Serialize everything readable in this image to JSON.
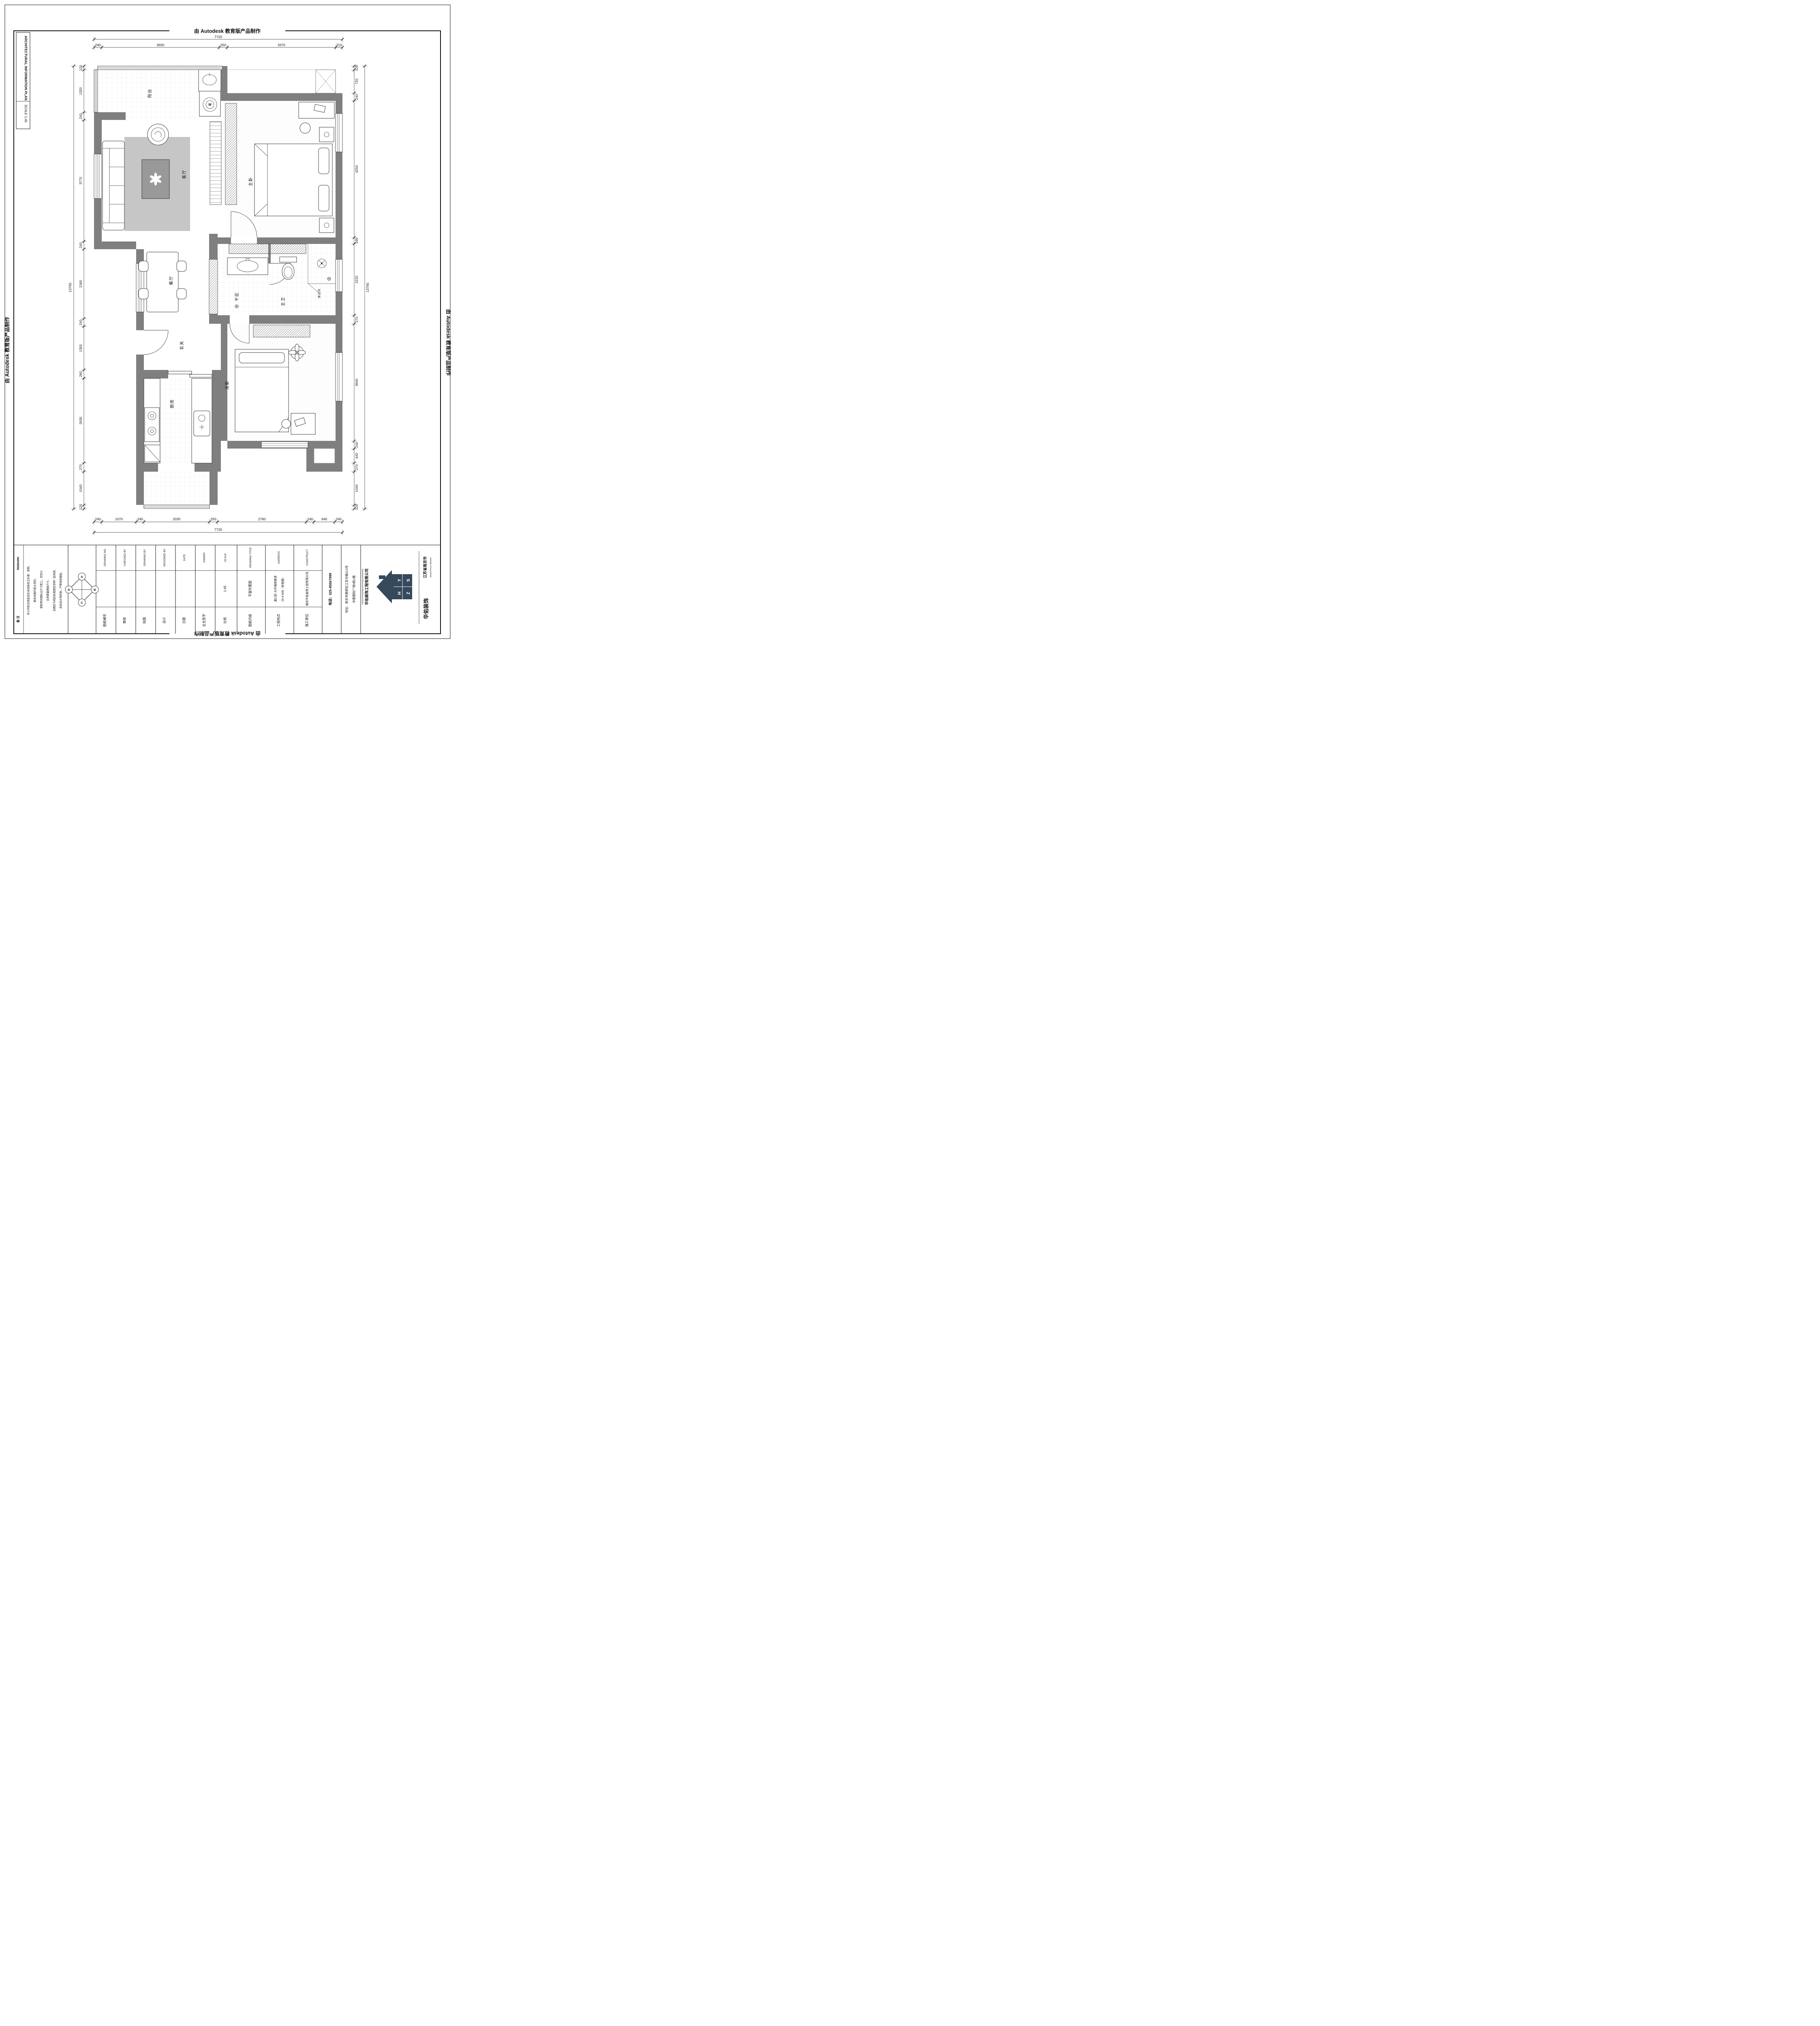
{
  "stamps": {
    "autodesk": "由 Autodesk 教育版产品制作"
  },
  "sheet": {
    "plan_label": "ARCHITECTURAL INFORMATION PLAN",
    "scale_label": "SCALE  1:45"
  },
  "rooms": {
    "balcony": "阳台",
    "living": "客厅",
    "master": "主卧",
    "dining": "餐厅",
    "dry": "干区",
    "mbath": "主卫",
    "shower": "淋浴间",
    "entry": "玄关",
    "kitchen": "厨房",
    "second": "次卧"
  },
  "washer": {
    "label": "W"
  },
  "dimensions": {
    "top": {
      "total": 7720,
      "segments": [
        240,
        3650,
        250,
        3370,
        210
      ]
    },
    "bottom": {
      "total": 7720,
      "segments": [
        240,
        1070,
        240,
        2035,
        250,
        2760,
        240,
        645,
        240
      ]
    },
    "left": {
      "total": 13765,
      "segments": [
        120,
        1320,
        240,
        3770,
        240,
        2160,
        240,
        1355,
        260,
        2630,
        270,
        1040,
        120
      ]
    },
    "right": {
      "total": 13765,
      "segments": [
        120,
        720,
        240,
        4250,
        195,
        2220,
        270,
        3640,
        240,
        440,
        270,
        1040,
        120
      ]
    }
  },
  "titleblock": {
    "remark": {
      "en": "REMARK",
      "zh": "备 注",
      "lines": [
        "本公司依法保留追究未经授权之抄袭、复制、",
        "更改本图内容之权利。",
        "请依照本图标注尺寸施工，切勿以",
        "比例度量图纸尺寸。",
        "此图应与相应标准图及说明一起阅读。",
        "未经设计师同意，严禁修改图纸。"
      ]
    },
    "compass": {
      "n": "A",
      "e": "B",
      "s": "C",
      "w": "D"
    },
    "fields": [
      {
        "en": "DRAWING NO",
        "zh": "图纸编号",
        "value": ""
      },
      {
        "en": "CHECKED BY",
        "zh": "审核",
        "value": ""
      },
      {
        "en": "DRAWING BY",
        "zh": "绘图",
        "value": ""
      },
      {
        "en": "DESIGNED BY",
        "zh": "设计",
        "value": ""
      },
      {
        "en": "DATE",
        "zh": "日期",
        "value": ""
      },
      {
        "en": "OWNER",
        "zh": "业主签字",
        "value": ""
      },
      {
        "en": "SCALE",
        "zh": "比例",
        "value": "1:45"
      },
      {
        "en": "DRAWING  TITLE",
        "zh": "图纸内容",
        "value": "平面布置图"
      },
      {
        "en": "ADDRESS",
        "zh": "工程地点",
        "value_lines": [
          "浦口区-大华锦绣美颂",
          "29-4-908（有电梯）"
        ]
      },
      {
        "en": "CONSTRUCT",
        "zh": "施工单位",
        "value": "南京华佑装饰工程有限公司"
      }
    ],
    "contact": {
      "phone": "电话：025-85567999",
      "address1": "地址：南京市建邺区江东中路313号",
      "address2": "中泰国际广场5栋1楼"
    },
    "brand": {
      "region": "江苏省南京市",
      "region_pinyin": "jiangsusheng nanjingshi",
      "name": "华佑装饰",
      "company": "华佑装饰工程有限公司",
      "company_pinyin": "huayouzhuangshigongchengyouxiangongsi",
      "logo_letters": [
        "H",
        "Y",
        "Z",
        "S"
      ]
    }
  }
}
